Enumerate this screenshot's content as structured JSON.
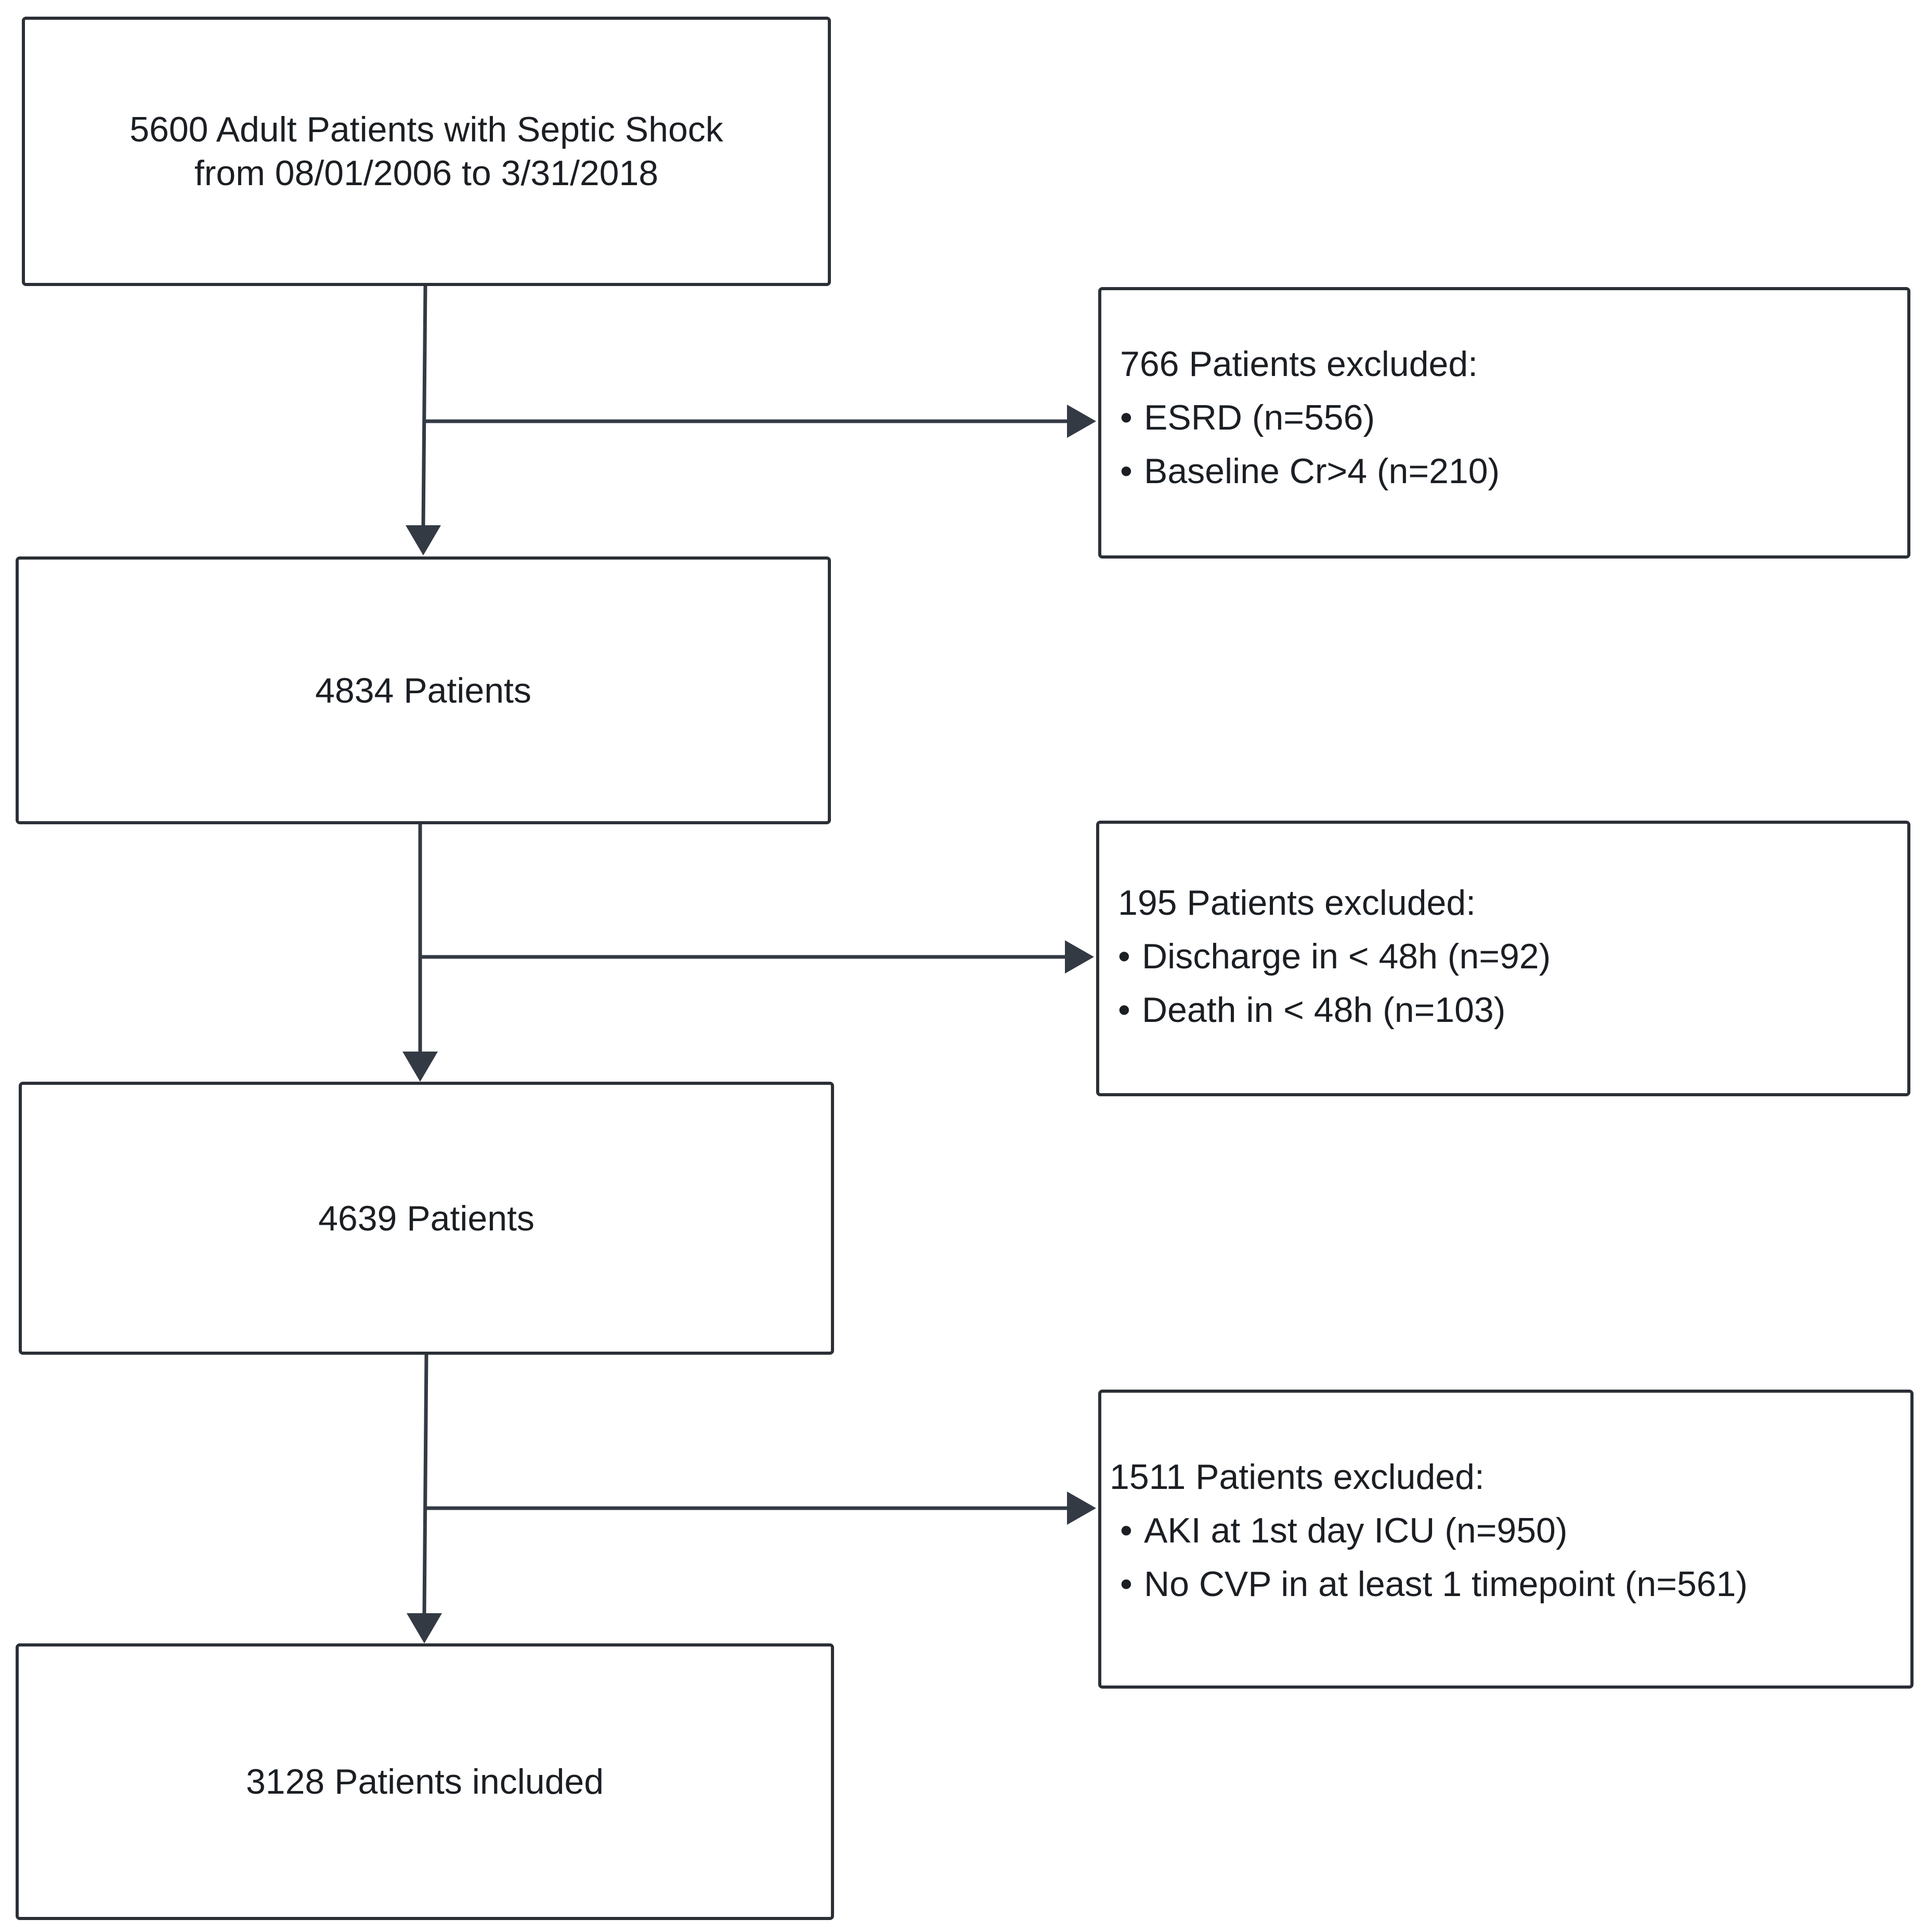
{
  "flowchart": {
    "steps": [
      {
        "lines": [
          "5600 Adult Patients with Septic Shock",
          "from 08/01/2006 to 3/31/2018"
        ]
      },
      {
        "lines": [
          "4834 Patients"
        ]
      },
      {
        "lines": [
          "4639 Patients"
        ]
      },
      {
        "lines": [
          "3128 Patients included"
        ]
      }
    ],
    "exclusions": [
      {
        "title": "766 Patients excluded:",
        "items": [
          "ESRD (n=556)",
          "Baseline Cr>4 (n=210)"
        ]
      },
      {
        "title": "195 Patients excluded:",
        "items": [
          "Discharge in < 48h (n=92)",
          "Death in < 48h (n=103)"
        ]
      },
      {
        "title": "1511 Patients excluded:",
        "items": [
          "AKI at 1st day ICU (n=950)",
          "No CVP in at least 1 timepoint (n=561)"
        ]
      }
    ],
    "bullet_glyph": "•",
    "colors": {
      "border": "#2b2f36",
      "arrow": "#333a44",
      "text": "#1b1f24"
    }
  }
}
